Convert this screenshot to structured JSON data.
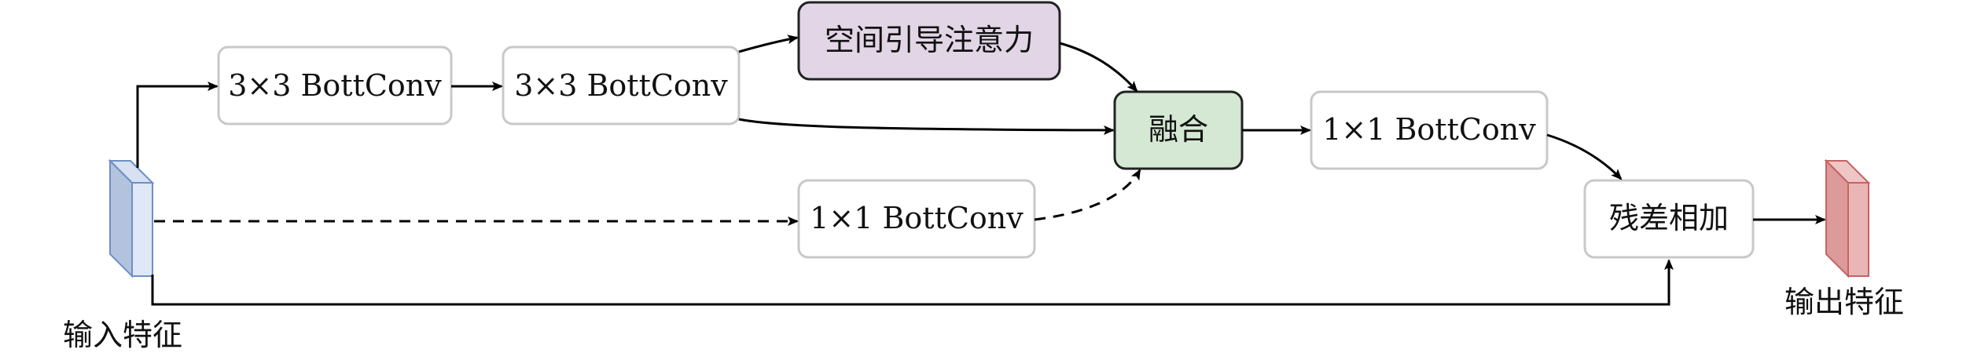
{
  "nodes": {
    "conv3a": "3×3 BottConv",
    "conv3b": "3×3 BottConv",
    "spatial_attention": "空间引导注意力",
    "fuse": "融合",
    "conv1_top": "1×1 BottConv",
    "conv1_mid": "1×1 BottConv",
    "residual_add": "残差相加"
  },
  "labels": {
    "input": "输入特征",
    "output": "输出特征"
  },
  "colors": {
    "box_border": "#c8c8c8",
    "dark_border": "#222222",
    "attention_fill": "#e2d5e6",
    "fuse_fill": "#d4e8d3",
    "input_tensor": "#c5d2e8",
    "output_tensor": "#e3a7a7",
    "arrow": "#000000"
  }
}
